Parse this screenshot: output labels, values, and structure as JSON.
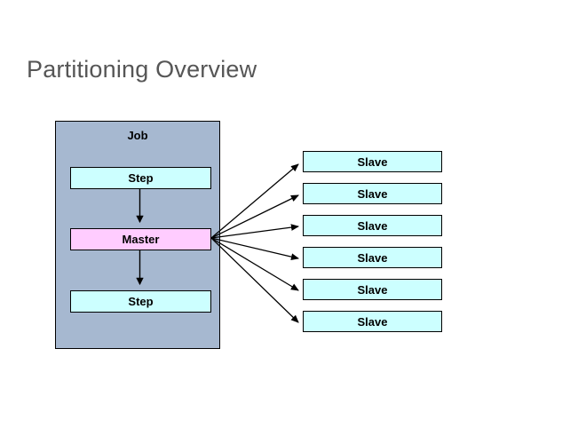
{
  "page": {
    "title": "Partitioning Overview",
    "background_color": "#ffffff",
    "title_color": "#565656"
  },
  "diagram": {
    "type": "flow-diagram",
    "job": {
      "label": "Job",
      "fill_color": "#a6b8d0",
      "border_color": "#000000",
      "nodes": [
        {
          "id": "step-1",
          "label": "Step",
          "fill_color": "#ccffff",
          "role": "step"
        },
        {
          "id": "master",
          "label": "Master",
          "fill_color": "#ffccff",
          "role": "master"
        },
        {
          "id": "step-2",
          "label": "Step",
          "fill_color": "#ccffff",
          "role": "step"
        }
      ],
      "internal_flow": [
        {
          "from": "step-1",
          "to": "master"
        },
        {
          "from": "master",
          "to": "step-2"
        }
      ]
    },
    "slaves": {
      "fill_color": "#ccffff",
      "border_color": "#000000",
      "count": 6,
      "items": [
        {
          "id": "slave-1",
          "label": "Slave"
        },
        {
          "id": "slave-2",
          "label": "Slave"
        },
        {
          "id": "slave-3",
          "label": "Slave"
        },
        {
          "id": "slave-4",
          "label": "Slave"
        },
        {
          "id": "slave-5",
          "label": "Slave"
        },
        {
          "id": "slave-6",
          "label": "Slave"
        }
      ]
    },
    "fanout": {
      "from": "master",
      "to": [
        "slave-1",
        "slave-2",
        "slave-3",
        "slave-4",
        "slave-5",
        "slave-6"
      ],
      "arrow_color": "#000000"
    }
  }
}
